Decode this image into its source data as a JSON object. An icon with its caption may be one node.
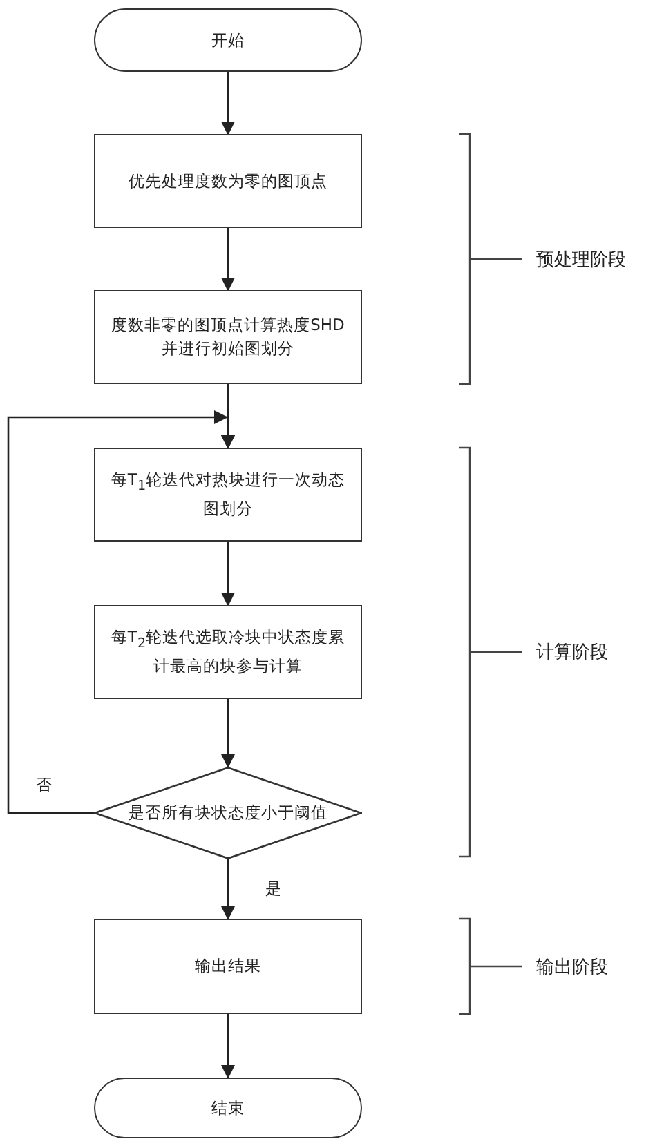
{
  "diagram": {
    "nodes": [
      {
        "text": [
          "开始"
        ]
      },
      {
        "text": [
          "优先处理度数为零的图顶点"
        ]
      },
      {
        "text": [
          "度数非零的图顶点计算热度SHD并进行初始图划分"
        ]
      },
      {
        "text": [
          "每T$_{1}$轮迭代对热块进行一次动态图划分"
        ]
      },
      {
        "text": [
          "每T$_{2}$轮迭代选取冷块中状态度累计最高的块参与计算"
        ]
      },
      {
        "text": [
          "是否所有块状态度小于阈值"
        ]
      },
      {
        "text": [
          "输出结果"
        ]
      },
      {
        "text": [
          "结束"
        ]
      }
    ],
    "edges": [
      {
        "from": 0,
        "to": 1,
        "arrow": "to"
      },
      {
        "from": 1,
        "to": 2,
        "arrow": "to"
      },
      {
        "from": 2,
        "to": 3,
        "arrow": "to"
      },
      {
        "from": 3,
        "to": 4,
        "arrow": "to"
      },
      {
        "from": 4,
        "to": 5,
        "arrow": "to"
      },
      {
        "from": 5,
        "to": 3,
        "arrow": "to",
        "label": "否"
      },
      {
        "from": 5,
        "to": 6,
        "arrow": "to",
        "label": "是"
      },
      {
        "from": 6,
        "to": 7,
        "arrow": "to"
      }
    ],
    "labels": [
      "预处理阶段",
      "计算阶段",
      "输出阶段"
    ]
  }
}
